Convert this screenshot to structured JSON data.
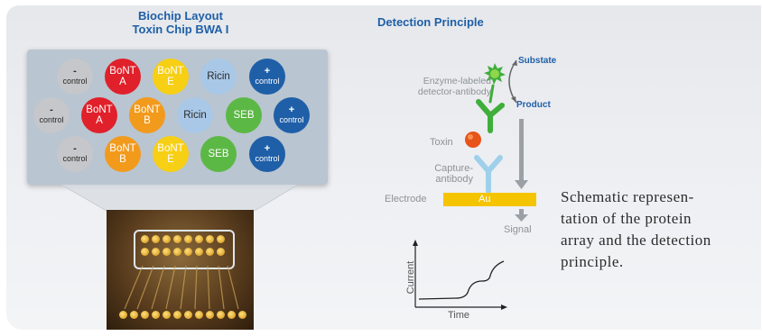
{
  "left_title": [
    "Biochip Layout",
    "Toxin Chip BWA I"
  ],
  "right_title": "Detection Principle",
  "spots": [
    {
      "sym": "-",
      "lbl": "control",
      "color": "#c5c7ca",
      "text": "#2a2a2a"
    },
    {
      "lbl": "BoNT A",
      "color": "#e0202a",
      "text": "#ffffff"
    },
    {
      "lbl": "BoNT E",
      "color": "#f7cf14",
      "text": "#ffffff"
    },
    {
      "lbl": "Ricin",
      "color": "#a9c8e8",
      "text": "#2a2a2a"
    },
    {
      "sym": "+",
      "lbl": "control",
      "color": "#1f5fa8",
      "text": "#ffffff"
    },
    {
      "sym": "-",
      "lbl": "control",
      "color": "#c5c7ca",
      "text": "#2a2a2a"
    },
    {
      "lbl": "BoNT A",
      "color": "#e0202a",
      "text": "#ffffff"
    },
    {
      "lbl": "BoNT B",
      "color": "#f29a1c",
      "text": "#ffffff"
    },
    {
      "lbl": "Ricin",
      "color": "#a9c8e8",
      "text": "#2a2a2a"
    },
    {
      "lbl": "SEB",
      "color": "#5cb845",
      "text": "#ffffff"
    },
    {
      "sym": "+",
      "lbl": "control",
      "color": "#1f5fa8",
      "text": "#ffffff"
    },
    {
      "sym": "-",
      "lbl": "control",
      "color": "#c5c7ca",
      "text": "#2a2a2a"
    },
    {
      "lbl": "BoNT B",
      "color": "#f29a1c",
      "text": "#ffffff"
    },
    {
      "lbl": "BoNT E",
      "color": "#f7cf14",
      "text": "#ffffff"
    },
    {
      "lbl": "SEB",
      "color": "#5cb845",
      "text": "#ffffff"
    },
    {
      "sym": "+",
      "lbl": "control",
      "color": "#1f5fa8",
      "text": "#ffffff"
    }
  ],
  "labels": {
    "enzyme": [
      "Enzyme-labeled",
      "detector-antibody"
    ],
    "substrate": "Substate",
    "product": "Product",
    "toxin": "Toxin",
    "capture": [
      "Capture-",
      "antibody"
    ],
    "electrode": "Electrode",
    "au": "Au",
    "signal": "Signal",
    "current": "Current",
    "time": "Time"
  },
  "description": [
    "Schematic represen-",
    "tation of the protein",
    "array and the detection",
    "principle."
  ],
  "colors": {
    "accent": "#1f5fa6",
    "au": "#f5c400",
    "enzyme": "#3fae3a",
    "toxin": "#e8531a",
    "capture": "#9fd0ea"
  }
}
